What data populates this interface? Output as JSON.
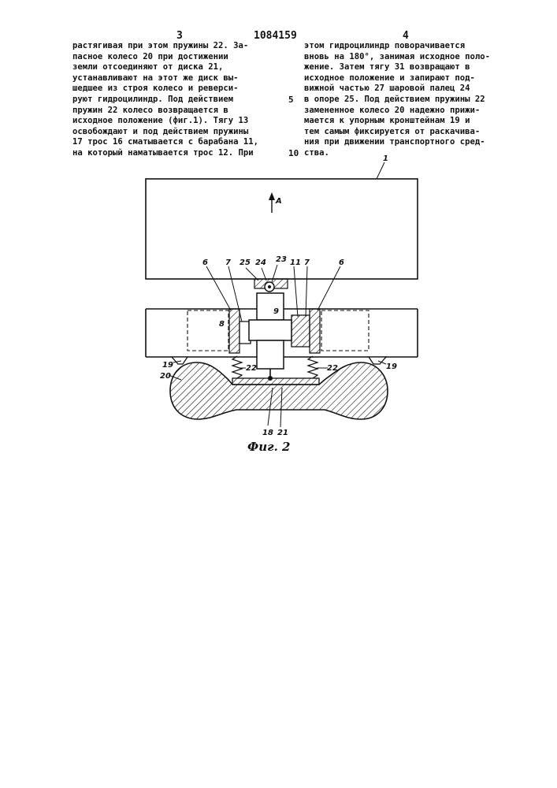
{
  "header": {
    "left_page": "3",
    "patent_no": "1084159",
    "right_page": "4"
  },
  "left_column": [
    "растягивая при этом пружины 22. За-",
    "пасное колесо 20 при достижении",
    "земли отсоединяют от диска 21,",
    "устанавливают на этот же диск вы-",
    "шедшее из строя колесо и реверси-",
    "руют гидроцилиндр. Под действием",
    "пружин 22 колесо возвращается в",
    "исходное положение (фиг.1). Тягу 13",
    "освобождают и под действием пружины",
    "17 трос 16 сматывается с барабана 11,",
    "на который наматывается трос 12. При"
  ],
  "right_column": [
    "этом гидроцилиндр поворачивается",
    "вновь на 180°, занимая исходное поло-",
    "жение. Затем тягу 31 возвращают в",
    "исходное положение и запирают под-",
    "вижной частью 27 шаровой палец 24",
    "в опоре 25. Под действием пружины 22",
    "замененное колесо 20 надежно прижи-",
    "мается к упорным кронштейнам 19 и",
    "тем самым фиксируется от раскачива-",
    "ния при движении транспортного сред-",
    "ства."
  ],
  "line_numbers": [
    "5",
    "10"
  ],
  "figure": {
    "caption": "Фиг. 2",
    "arrow_label": "A",
    "labels": {
      "l1": "1",
      "l6a": "6",
      "l6b": "6",
      "l7a": "7",
      "l7b": "7",
      "l25": "25",
      "l24": "24",
      "l23": "23",
      "l11": "11",
      "l8": "8",
      "l9": "9",
      "l19a": "19",
      "l19b": "19",
      "l20": "20",
      "l22a": "22",
      "l22b": "22",
      "l18": "18",
      "l21": "21"
    }
  }
}
